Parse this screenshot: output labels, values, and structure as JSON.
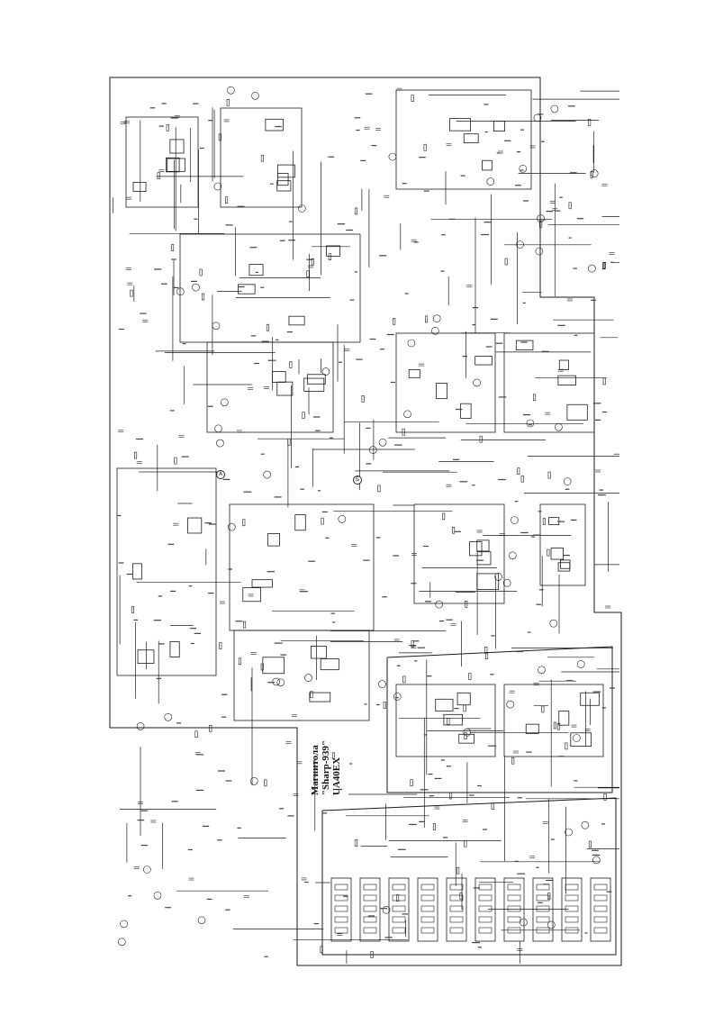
{
  "title": {
    "line1": "Магнитола",
    "line2": "\"Sharp-939\"",
    "line3": "UA40EX"
  },
  "markers": [
    {
      "label": "А"
    },
    {
      "label": "Б"
    }
  ],
  "colors": {
    "ink": "#1b1b1b",
    "paper": "#ffffff"
  }
}
